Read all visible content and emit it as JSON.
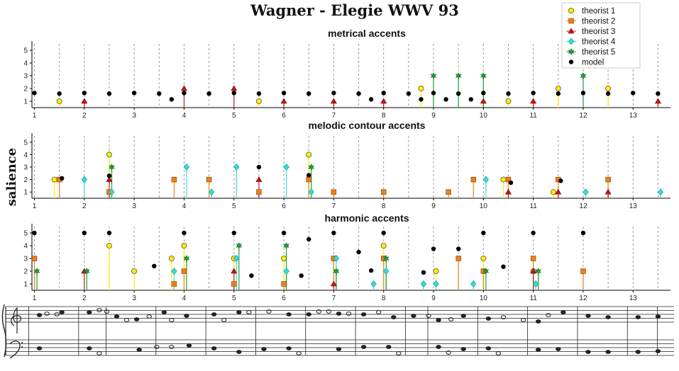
{
  "chart_data": {
    "type": "scatter",
    "title": "Wagner - Elegie WWV 93",
    "ylabel": "salience",
    "x_ticks": [
      1,
      2,
      3,
      4,
      5,
      6,
      7,
      8,
      9,
      10,
      11,
      12,
      13
    ],
    "y_ticks": [
      1,
      2,
      3,
      4,
      5
    ],
    "xlim": [
      0.95,
      13.75
    ],
    "ylim": [
      0.5,
      5.5
    ],
    "legend": {
      "position": "top-right",
      "entries": [
        {
          "name": "theorist 1",
          "color": "#ffee00",
          "marker": "circle"
        },
        {
          "name": "theorist 2",
          "color": "#f07f16",
          "marker": "square"
        },
        {
          "name": "theorist 3",
          "color": "#c0171c",
          "marker": "triangle"
        },
        {
          "name": "theorist 4",
          "color": "#33dddd",
          "marker": "diamond"
        },
        {
          "name": "theorist 5",
          "color": "#1b9e2e",
          "marker": "star"
        },
        {
          "name": "model",
          "color": "#000000",
          "marker": "dot"
        }
      ]
    },
    "panels": [
      {
        "title": "metrical accents",
        "series": [
          {
            "name": "theorist 1",
            "points": [
              [
                1.5,
                1
              ],
              [
                5.5,
                1
              ],
              [
                8.75,
                2
              ],
              [
                10.5,
                1
              ],
              [
                11.5,
                2
              ],
              [
                12.5,
                2
              ]
            ]
          },
          {
            "name": "theorist 2",
            "points": []
          },
          {
            "name": "theorist 3",
            "points": [
              [
                2,
                1
              ],
              [
                4,
                2
              ],
              [
                5,
                2
              ],
              [
                6,
                1
              ],
              [
                7,
                1
              ],
              [
                8,
                1
              ],
              [
                10,
                1
              ],
              [
                11,
                1
              ],
              [
                13.5,
                1
              ]
            ]
          },
          {
            "name": "theorist 4",
            "points": []
          },
          {
            "name": "theorist 5",
            "points": [
              [
                9,
                3
              ],
              [
                9.5,
                3
              ],
              [
                10,
                3
              ],
              [
                12,
                3
              ]
            ]
          },
          {
            "name": "model",
            "points": [
              [
                1,
                1.65
              ],
              [
                1.5,
                1.6
              ],
              [
                2,
                1.65
              ],
              [
                2.5,
                1.6
              ],
              [
                3,
                1.65
              ],
              [
                3.5,
                1.6
              ],
              [
                3.75,
                1.15
              ],
              [
                4,
                1.65
              ],
              [
                4.5,
                1.6
              ],
              [
                5,
                1.65
              ],
              [
                5.5,
                1.6
              ],
              [
                6,
                1.65
              ],
              [
                6.5,
                1.6
              ],
              [
                7,
                1.65
              ],
              [
                7.5,
                1.6
              ],
              [
                7.75,
                1.15
              ],
              [
                8,
                1.65
              ],
              [
                8.5,
                1.6
              ],
              [
                8.75,
                1.15
              ],
              [
                9,
                1.65
              ],
              [
                9.25,
                1.15
              ],
              [
                9.5,
                1.6
              ],
              [
                9.75,
                1.15
              ],
              [
                10,
                1.65
              ],
              [
                10.5,
                1.6
              ],
              [
                11,
                1.65
              ],
              [
                11.5,
                1.6
              ],
              [
                12,
                1.65
              ],
              [
                12.5,
                1.6
              ],
              [
                13,
                1.65
              ],
              [
                13.5,
                1.6
              ]
            ]
          }
        ]
      },
      {
        "title": "melodic contour accents",
        "series": [
          {
            "name": "theorist 1",
            "points": [
              [
                1.4,
                2
              ],
              [
                2.5,
                4
              ],
              [
                6.5,
                4
              ],
              [
                10.4,
                2
              ],
              [
                11.4,
                1
              ]
            ]
          },
          {
            "name": "theorist 2",
            "points": [
              [
                1.5,
                2
              ],
              [
                2.5,
                1
              ],
              [
                3.8,
                2
              ],
              [
                4.5,
                2
              ],
              [
                5.5,
                1
              ],
              [
                6.5,
                2
              ],
              [
                7,
                1
              ],
              [
                8,
                1
              ],
              [
                9.3,
                1
              ],
              [
                9.8,
                2
              ],
              [
                10.5,
                2
              ],
              [
                11.5,
                2
              ],
              [
                12.5,
                2
              ]
            ]
          },
          {
            "name": "theorist 3",
            "points": [
              [
                2.5,
                2
              ],
              [
                5.5,
                2
              ],
              [
                10.5,
                1
              ],
              [
                11.5,
                1
              ],
              [
                12.5,
                1
              ]
            ]
          },
          {
            "name": "theorist 4",
            "points": [
              [
                2,
                2
              ],
              [
                2.55,
                1
              ],
              [
                4.05,
                3
              ],
              [
                4.55,
                1
              ],
              [
                5.05,
                3
              ],
              [
                6.05,
                3
              ],
              [
                6.55,
                1
              ],
              [
                10.05,
                2
              ],
              [
                12.05,
                1
              ],
              [
                13.55,
                1
              ]
            ]
          },
          {
            "name": "theorist 5",
            "points": [
              [
                2.55,
                3
              ],
              [
                6.55,
                3
              ]
            ]
          },
          {
            "name": "model",
            "points": [
              [
                1.55,
                2.1
              ],
              [
                2.5,
                2.3
              ],
              [
                5.5,
                3
              ],
              [
                6.5,
                2.35
              ],
              [
                10.55,
                1.75
              ],
              [
                11.55,
                1.9
              ]
            ]
          }
        ]
      },
      {
        "title": "harmonic accents",
        "series": [
          {
            "name": "theorist 1",
            "points": [
              [
                2.5,
                4
              ],
              [
                3,
                2
              ],
              [
                3.75,
                3
              ],
              [
                4,
                4
              ],
              [
                5,
                3
              ],
              [
                6,
                3
              ],
              [
                7,
                3
              ],
              [
                8,
                4
              ],
              [
                9.05,
                2
              ],
              [
                10,
                3
              ],
              [
                11,
                2
              ]
            ]
          },
          {
            "name": "theorist 2",
            "points": [
              [
                1,
                3
              ],
              [
                3.8,
                1
              ],
              [
                4,
                2
              ],
              [
                5,
                1
              ],
              [
                6,
                1
              ],
              [
                7,
                3
              ],
              [
                8,
                3
              ],
              [
                9.5,
                3
              ],
              [
                10,
                2
              ],
              [
                11,
                3
              ],
              [
                12,
                2
              ]
            ]
          },
          {
            "name": "theorist 3",
            "points": [
              [
                2,
                2
              ],
              [
                5,
                2
              ],
              [
                7,
                1
              ],
              [
                11,
                2
              ]
            ]
          },
          {
            "name": "theorist 4",
            "points": [
              [
                3.8,
                2
              ],
              [
                5.05,
                3
              ],
              [
                6.05,
                2
              ],
              [
                7.05,
                3
              ],
              [
                7.8,
                1
              ],
              [
                8.05,
                2
              ],
              [
                8.8,
                1
              ],
              [
                9.05,
                1
              ],
              [
                9.8,
                1
              ],
              [
                11.05,
                1
              ]
            ]
          },
          {
            "name": "theorist 5",
            "points": [
              [
                1.05,
                2
              ],
              [
                2.05,
                2
              ],
              [
                4.05,
                3
              ],
              [
                5.1,
                4
              ],
              [
                6.05,
                4
              ],
              [
                7.05,
                2
              ],
              [
                8.05,
                3
              ],
              [
                10.05,
                2
              ],
              [
                11.1,
                2
              ]
            ]
          },
          {
            "name": "model",
            "points": [
              [
                1,
                5
              ],
              [
                2,
                5
              ],
              [
                2.5,
                5
              ],
              [
                3.4,
                2.4
              ],
              [
                4,
                5
              ],
              [
                5,
                5
              ],
              [
                5.35,
                1.65
              ],
              [
                6,
                5
              ],
              [
                6.35,
                1.65
              ],
              [
                6.5,
                4.5
              ],
              [
                7,
                5
              ],
              [
                7.5,
                3.5
              ],
              [
                7.75,
                2.05
              ],
              [
                8,
                5
              ],
              [
                8.8,
                1.9
              ],
              [
                9,
                3.75
              ],
              [
                9.5,
                3.75
              ],
              [
                10,
                5
              ],
              [
                10.4,
                2.35
              ],
              [
                11,
                5
              ],
              [
                12,
                5
              ]
            ]
          }
        ]
      }
    ]
  }
}
